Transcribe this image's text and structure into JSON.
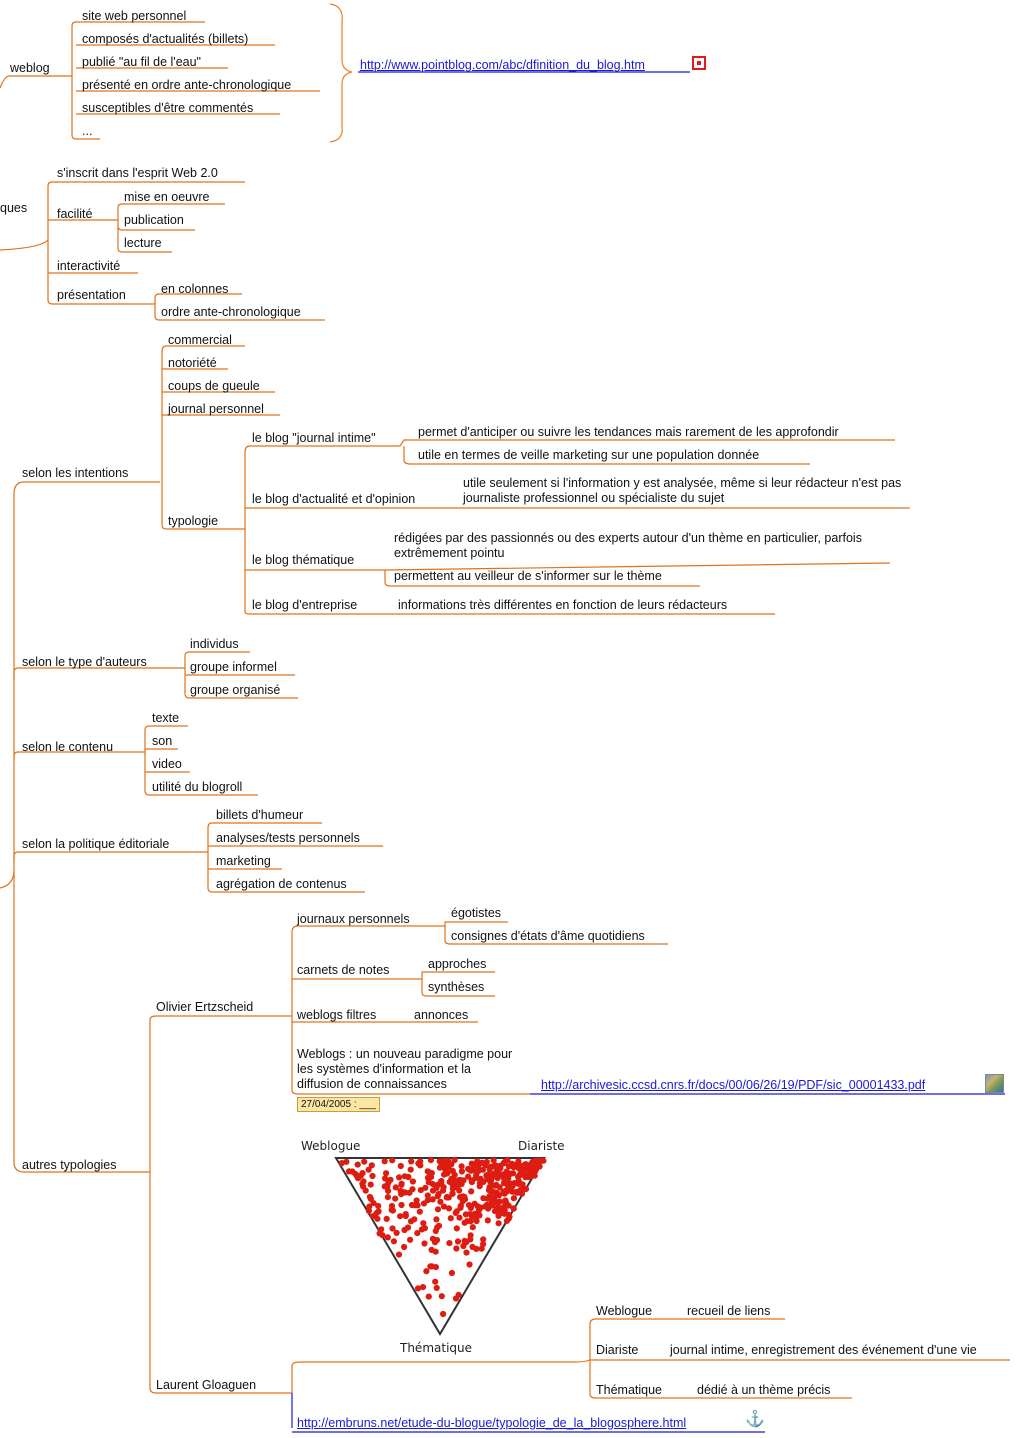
{
  "weblog": {
    "label": "weblog",
    "items": [
      "site web personnel",
      "composés d'actualités (billets)",
      "publié \"au fil de l'eau\"",
      "présenté en ordre ante-chronologique",
      "susceptibles d'être commentés",
      "..."
    ],
    "link": "http://www.pointblog.com/abc/dfinition_du_blog.htm"
  },
  "caracteristiques": {
    "label": "ques",
    "web20": "s'inscrit dans l'esprit Web 2.0",
    "facilite": {
      "label": "facilité",
      "items": [
        "mise en oeuvre",
        "publication",
        "lecture"
      ]
    },
    "interactivite": "interactivité",
    "presentation": {
      "label": "présentation",
      "items": [
        "en colonnes",
        "ordre ante-chronologique"
      ]
    }
  },
  "intentions": {
    "label": "selon les intentions",
    "items": [
      "commercial",
      "notoriété",
      "coups de gueule",
      "journal personnel"
    ],
    "typologie": {
      "label": "typologie",
      "journal": {
        "label": "le blog \"journal intime\"",
        "items": [
          "permet d'anticiper ou suivre les tendances mais rarement de les approfondir",
          "utile en termes de veille marketing sur une population donnée"
        ]
      },
      "actualite": {
        "label": "le blog d'actualité et d'opinion",
        "text": "utile seulement si l'information y est analysée, même si leur rédacteur n'est pas journaliste professionnel ou spécialiste du sujet"
      },
      "thematique": {
        "label": "le blog thématique",
        "text1": "rédigées par des passionnés ou des experts autour d'un thème en particulier, parfois extrêmement pointu",
        "text2": "permettent au veilleur de s'informer sur le thème"
      },
      "entreprise": {
        "label": "le blog d'entreprise",
        "text": "informations très différentes en fonction de leurs rédacteurs"
      }
    }
  },
  "auteurs": {
    "label": "selon le type d'auteurs",
    "items": [
      "individus",
      "groupe informel",
      "groupe organisé"
    ]
  },
  "contenu": {
    "label": "selon le contenu",
    "items": [
      "texte",
      "son",
      "video",
      "utilité du blogroll"
    ]
  },
  "politique": {
    "label": "selon la politique éditoriale",
    "items": [
      "billets d'humeur",
      "analyses/tests personnels",
      "marketing",
      "agrégation de contenus"
    ]
  },
  "autres": {
    "label": "autres typologies",
    "ertzscheid": {
      "label": "Olivier Ertzscheid",
      "journaux": {
        "label": "journaux personnels",
        "items": [
          "égotistes",
          "consignes d'états d'âme quotidiens"
        ]
      },
      "carnets": {
        "label": "carnets de notes",
        "items": [
          "approches",
          "synthèses"
        ]
      },
      "filtres": {
        "label": "weblogs filtres",
        "item": "annonces"
      },
      "paradigme": "Weblogs : un nouveau paradigme pour les systèmes d'information et la diffusion de connaissances",
      "link": "http://archivesic.ccsd.cnrs.fr/docs/00/06/26/19/PDF/sic_00001433.pdf",
      "date": "27/04/2005 : ___"
    },
    "triangle": {
      "top_left": "Weblogue",
      "top_right": "Diariste",
      "bottom": "Thématique"
    },
    "gloaguen": {
      "label": "Laurent Gloaguen",
      "weblogue": {
        "label": "Weblogue",
        "text": "recueil de liens"
      },
      "diariste": {
        "label": "Diariste",
        "text": "journal intime, enregistrement des événement d'une vie"
      },
      "thematique": {
        "label": "Thématique",
        "text": "dédié à un thème précis"
      },
      "link": "http://embruns.net/etude-du-blogue/typologie_de_la_blogosphere.html"
    }
  },
  "colors": {
    "branch": "#e0731a",
    "link": "#1a1ad6",
    "brace": "#e0731a"
  },
  "icons": [
    "red-square-icon",
    "image-thumbnail-icon",
    "anchor-icon"
  ]
}
